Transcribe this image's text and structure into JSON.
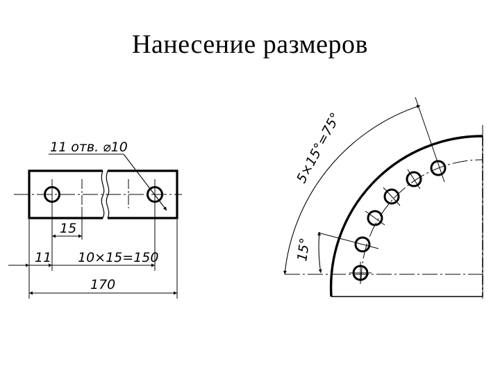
{
  "title": "Нанесение размеров",
  "left_drawing": {
    "hole_callout": "11 отв. ⌀10",
    "dim_pitch": "15",
    "dim_offset": "11",
    "dim_chain": "10×15=150",
    "dim_overall": "170"
  },
  "right_drawing": {
    "dim_arc_total": "5×15°=75°",
    "dim_angle_first": "15°"
  },
  "colors": {
    "line": "#000000",
    "background": "#ffffff"
  }
}
